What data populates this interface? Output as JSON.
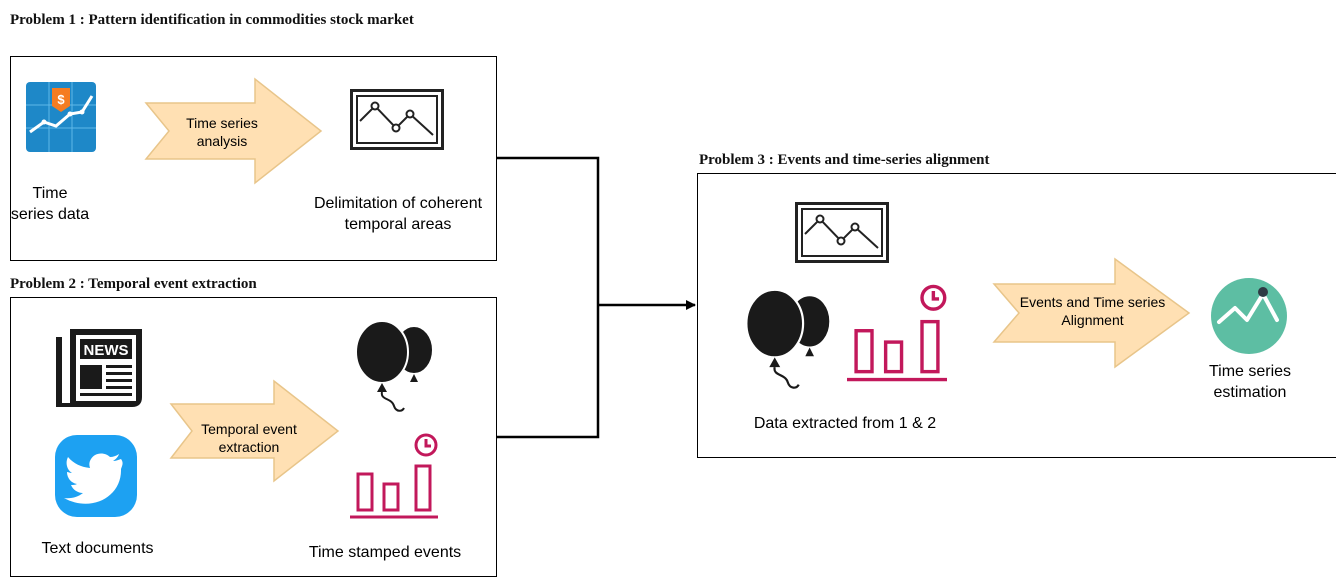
{
  "problem1": {
    "title": "Problem 1 : Pattern identification in commodities stock market",
    "input_label": "Time series data",
    "arrow_label": "Time series analysis",
    "output_label": "Delimitation of coherent temporal areas"
  },
  "problem2": {
    "title": "Problem 2 : Temporal event extraction",
    "news_text": "NEWS",
    "input_label": "Text documents",
    "arrow_label": "Temporal event extraction",
    "output_label": "Time stamped events"
  },
  "problem3": {
    "title": "Problem 3 : Events and time-series alignment",
    "input_label": "Data extracted from 1 & 2",
    "arrow_label": "Events and Time series Alignment",
    "output_label": "Time series estimation"
  },
  "colors": {
    "arrow_fill": "#FFE0B3",
    "arrow_stroke": "#E8C58A",
    "bars": "#C2185B",
    "twitter": "#1DA1F2",
    "estimation_circle": "#5DBEA3",
    "finance_tile": "#1E88C8"
  }
}
